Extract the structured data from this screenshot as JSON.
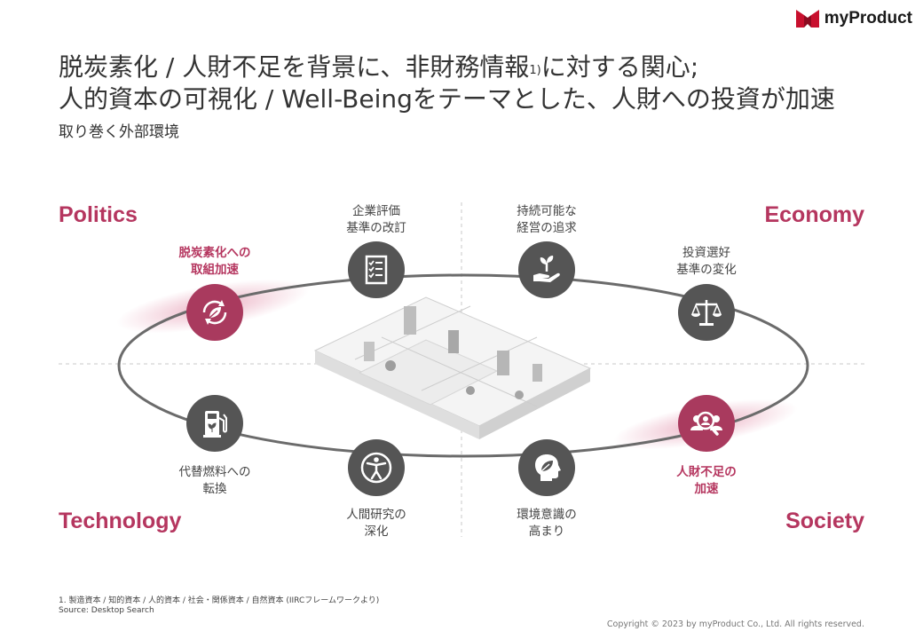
{
  "brand": {
    "name": "myProduct",
    "mark_color": "#c8102e"
  },
  "header": {
    "title_line1_a": "脱炭素化 / 人財不足を背景に、非財務情報",
    "title_line1_sup": "1)",
    "title_line1_b": "に対する関心;",
    "title_line2": "人的資本の可視化 / Well-Beingをテーマとした、人財への投資が加速",
    "subtitle": "取り巻く外部環境"
  },
  "quadrants": {
    "politics": "Politics",
    "economy": "Economy",
    "technology": "Technology",
    "society": "Society"
  },
  "items": [
    {
      "label_lines": [
        "企業評価",
        "基準の改訂"
      ],
      "icon": "checklist-icon",
      "highlight": false
    },
    {
      "label_lines": [
        "持続可能な",
        "経営の追求"
      ],
      "icon": "plant-in-hand-icon",
      "highlight": false
    },
    {
      "label_lines": [
        "投資選好",
        "基準の変化"
      ],
      "icon": "balance-scale-icon",
      "highlight": false
    },
    {
      "label_lines": [
        "脱炭素化への",
        "取組加速"
      ],
      "icon": "eco-recycle-leaf-icon",
      "highlight": true
    },
    {
      "label_lines": [
        "人財不足の",
        "加速"
      ],
      "icon": "people-search-icon",
      "highlight": true
    },
    {
      "label_lines": [
        "代替燃料への",
        "転換"
      ],
      "icon": "fuel-pump-icon",
      "highlight": false
    },
    {
      "label_lines": [
        "人間研究の",
        "深化"
      ],
      "icon": "accessibility-person-icon",
      "highlight": false
    },
    {
      "label_lines": [
        "環境意識の",
        "高まり"
      ],
      "icon": "leaf-head-icon",
      "highlight": false
    }
  ],
  "colors": {
    "accent": "#b5365f",
    "icon_gray": "#555555",
    "icon_pink": "#a93a5e"
  },
  "footnote": {
    "line1": "1. 製造資本 / 知的資本 / 人的資本 / 社会・関係資本 / 自然資本 (IIRCフレームワークより)",
    "line2": "Source: Desktop Search"
  },
  "copyright": "Copyright © 2023 by myProduct Co., Ltd.  All rights reserved."
}
